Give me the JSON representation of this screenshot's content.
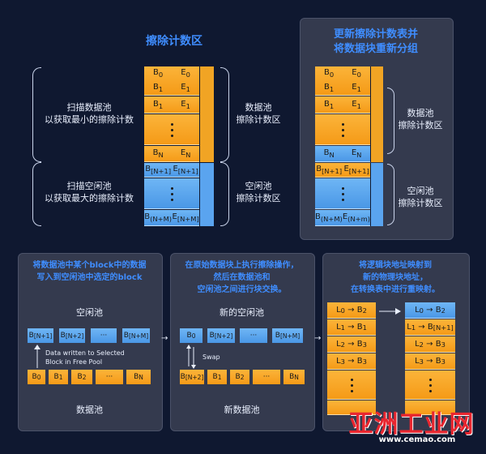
{
  "left_diagram": {
    "title": "擦除计数区",
    "scan_data_label": [
      "扫描数据池",
      "以获取最小的擦除计数"
    ],
    "scan_free_label": [
      "扫描空闲池",
      "以获取最大的擦除计数"
    ],
    "data_pool_label": [
      "数据池",
      "擦除计数区"
    ],
    "free_pool_label": [
      "空闲池",
      "擦除计数区"
    ],
    "rows_data": [
      [
        "B0",
        "E0"
      ],
      [
        "B1",
        "E1"
      ],
      [
        "B1",
        "E1"
      ],
      [
        "B_N",
        "E_N"
      ]
    ],
    "rows_free": [
      [
        "B[N+1]",
        "E[N+1]"
      ],
      [
        "B(N+M)",
        "E[N+M]"
      ]
    ]
  },
  "right_diagram": {
    "title": [
      "更新擦除计数表并",
      "将数据块重新分组"
    ],
    "data_pool_label": [
      "数据池",
      "擦除计数区"
    ],
    "free_pool_label": [
      "空闲池",
      "擦除计数区"
    ],
    "rows_data": [
      [
        "B0",
        "E0"
      ],
      [
        "B1",
        "E1"
      ],
      [
        "B1",
        "E1"
      ],
      [
        "B_N",
        "E_N"
      ]
    ],
    "rows_free": [
      [
        "B[N+1]",
        "E[N+1]"
      ],
      [
        "B(N+M)",
        "E(N+m)"
      ]
    ]
  },
  "panel1": {
    "title": [
      "将数据池中某个block中的数据",
      "写入到空闲池中选定的block"
    ],
    "free_pool": "空闲池",
    "data_pool": "数据池",
    "free_blocks": [
      "B[N+1]",
      "B[N+2]",
      "···",
      "B[N+M]"
    ],
    "data_blocks": [
      "B0",
      "B1",
      "B2",
      "···",
      "BN"
    ],
    "note": [
      "Data written to Selected",
      "Block in Free Pool"
    ]
  },
  "panel2": {
    "title": [
      "在原始数据块上执行擦除操作，",
      "然后在数据池和",
      "空闲池之间进行块交换。"
    ],
    "new_free_pool": "新的空闲池",
    "new_data_pool": "新数据池",
    "free_blocks": [
      "B0",
      "B[N+2]",
      "···",
      "B[N+M]"
    ],
    "data_blocks": [
      "B[N+2]",
      "B1",
      "B2",
      "···",
      "BN"
    ],
    "swap": "Swap"
  },
  "panel3": {
    "title": [
      "将逻辑块地址映射到",
      "新的物理块地址，",
      "在转换表中进行重映射。"
    ],
    "left_map": [
      "L0 → B2",
      "L1 → B1",
      "L2 → B3",
      "L3 → B3"
    ],
    "right_map": [
      "L0 → B2",
      "L1 → B[N+1]",
      "L2 → B3",
      "L3 → B3"
    ]
  },
  "watermark": {
    "logo": "亚洲工业网",
    "url": "www.cemao.com"
  },
  "colors": {
    "background": "#0f1830",
    "accent_title": "#3f8dff",
    "orange": "#f5a524",
    "blue": "#5aa4ef",
    "panel": "#343a4e"
  }
}
